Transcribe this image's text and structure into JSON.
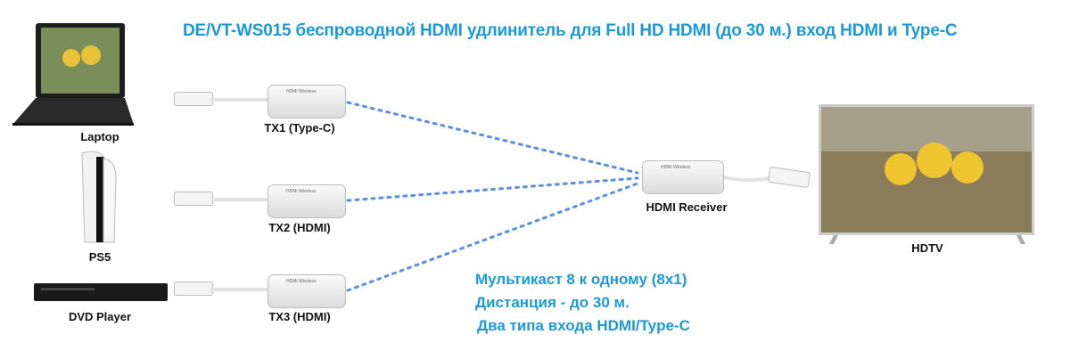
{
  "title": "DE/VT-WS015 беспроводной HDMI удлинитель для Full HD HDMI (до 30 м.) вход HDMI и Type-C",
  "sources": [
    {
      "label": "Laptop"
    },
    {
      "label": "PS5"
    },
    {
      "label": "DVD Player"
    }
  ],
  "transmitters": [
    {
      "label": "TX1 (Type-C)"
    },
    {
      "label": "TX2 (HDMI)"
    },
    {
      "label": "TX3 (HDMI)"
    }
  ],
  "device_print": "HDMI Wireless",
  "receiver": {
    "label": "HDMI Receiver"
  },
  "display": {
    "label": "HDTV"
  },
  "features": [
    "Мультикаст 8 к одному (8x1)",
    "Дистанция - до 30 м.",
    "Два типа входа HDMI/Type-C"
  ],
  "colors": {
    "accent": "#1c9ad8",
    "link_line": "#5b8ee6"
  }
}
